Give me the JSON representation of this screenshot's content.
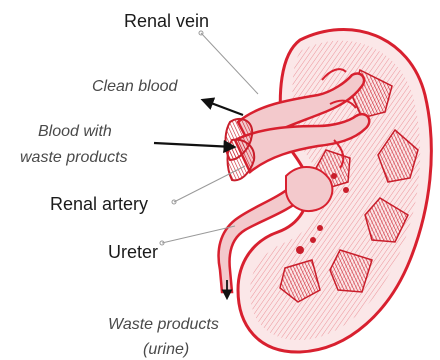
{
  "diagram": {
    "labels": {
      "renal_vein": "Renal vein",
      "clean_blood": "Clean blood",
      "blood_with_waste_line1": "Blood with",
      "blood_with_waste_line2": "waste products",
      "renal_artery": "Renal artery",
      "ureter": "Ureter",
      "waste_products_line1": "Waste products",
      "waste_products_line2": "(urine)"
    },
    "colors": {
      "kidney_red": "#d8202f",
      "kidney_fill": "#f3c9cc",
      "kidney_pale": "#fbe7e8",
      "text_dark": "#1b1b1b",
      "text_italic": "#4a4a4a",
      "leader_line": "#9a9a9a"
    }
  }
}
